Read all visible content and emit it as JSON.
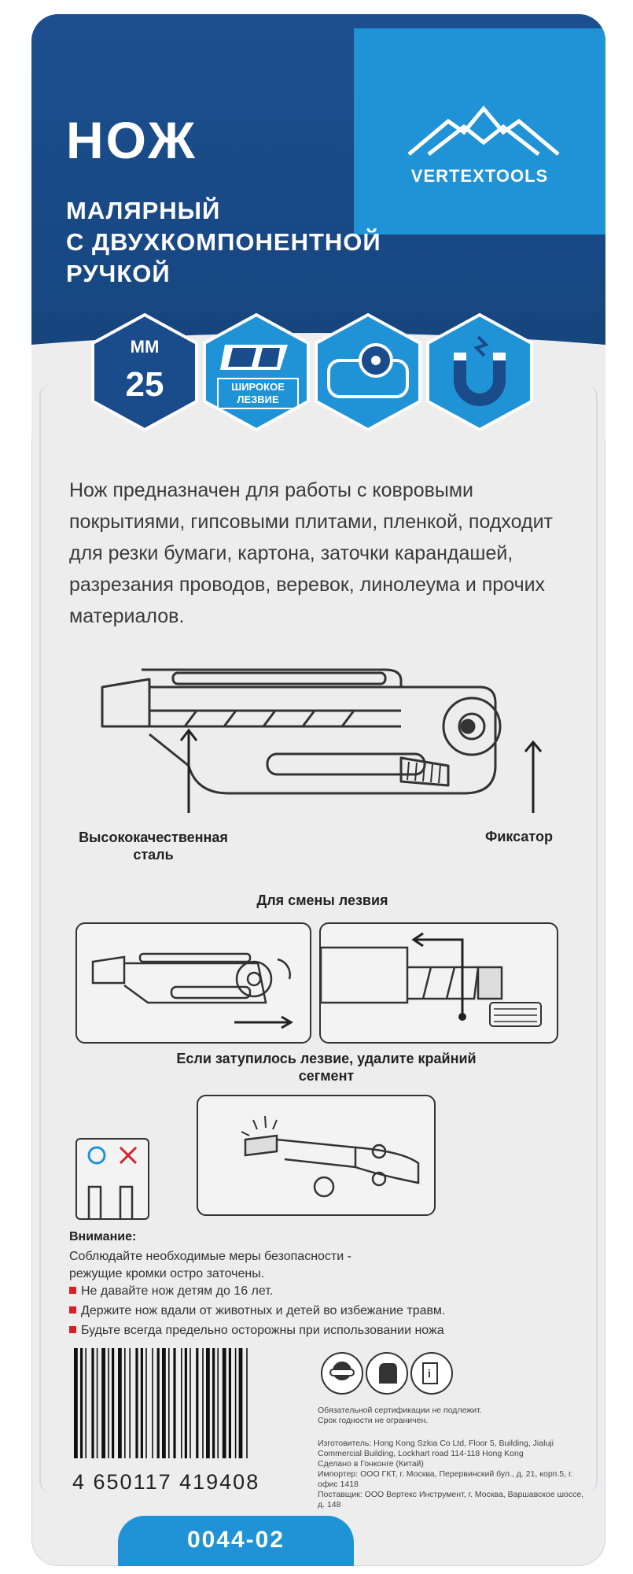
{
  "brand": {
    "name": "VERTEXTOOLS"
  },
  "product": {
    "title": "НОЖ",
    "subtitle_lines": [
      "МАЛЯРНЫЙ",
      "С ДВУХКОМПОНЕНТНОЙ",
      "РУЧКОЙ"
    ]
  },
  "badges": {
    "size_unit": "ММ",
    "size_value": "25",
    "wide_blade": "ШИРОКОЕ ЛЕЗВИЕ"
  },
  "description": "Нож предназначен для работы с ковровыми покрытиями, гипсовыми плитами, пленкой, подходит для резки бумаги, картона, заточки карандашей, разрезания проводов, веревок, линолеума и прочих материалов.",
  "diagram": {
    "label_steel": "Высококачественная сталь",
    "label_lock": "Фиксатор",
    "blade_change": "Для смены лезвия",
    "dull_blade": "Если затупилось лезвие, удалите крайний сегмент"
  },
  "warning": {
    "title": "Внимание:",
    "text": "Соблюдайте необходимые меры безопасности - режущие кромки остро заточены.",
    "bullets": [
      "Не давайте нож детям до 16 лет.",
      "Держите нож вдали от животных и детей во избежание травм.",
      "Будьте всегда предельно осторожны при использовании ножа"
    ],
    "bullet_color": "#d6202a"
  },
  "barcode": {
    "number": "4 650117 419408"
  },
  "legal": {
    "cert": "Обязательной сертификации не подлежит.",
    "shelf": "Срок годности не ограничен.",
    "manufacturer": "Изготовитель: Hong Kong Szkia Co Ltd, Floor 5, Building, Jialuji Commercial Building, Lockhart road 114-118 Hong Kong",
    "made_in": "Сделано в Гонконге (Китай)",
    "importer": "Импортер: ООО ГКТ, г. Москва, Перервинский бул., д. 21, корп.5, г. офис 1418",
    "supplier": "Поставщик: ООО Вертекс Инструмент, г. Москва, Варшавское шоссе, д. 148"
  },
  "article": "0044-02",
  "colors": {
    "header_blue": "#1a4b8a",
    "accent_blue": "#1f93d5",
    "bg": "#ededee"
  }
}
